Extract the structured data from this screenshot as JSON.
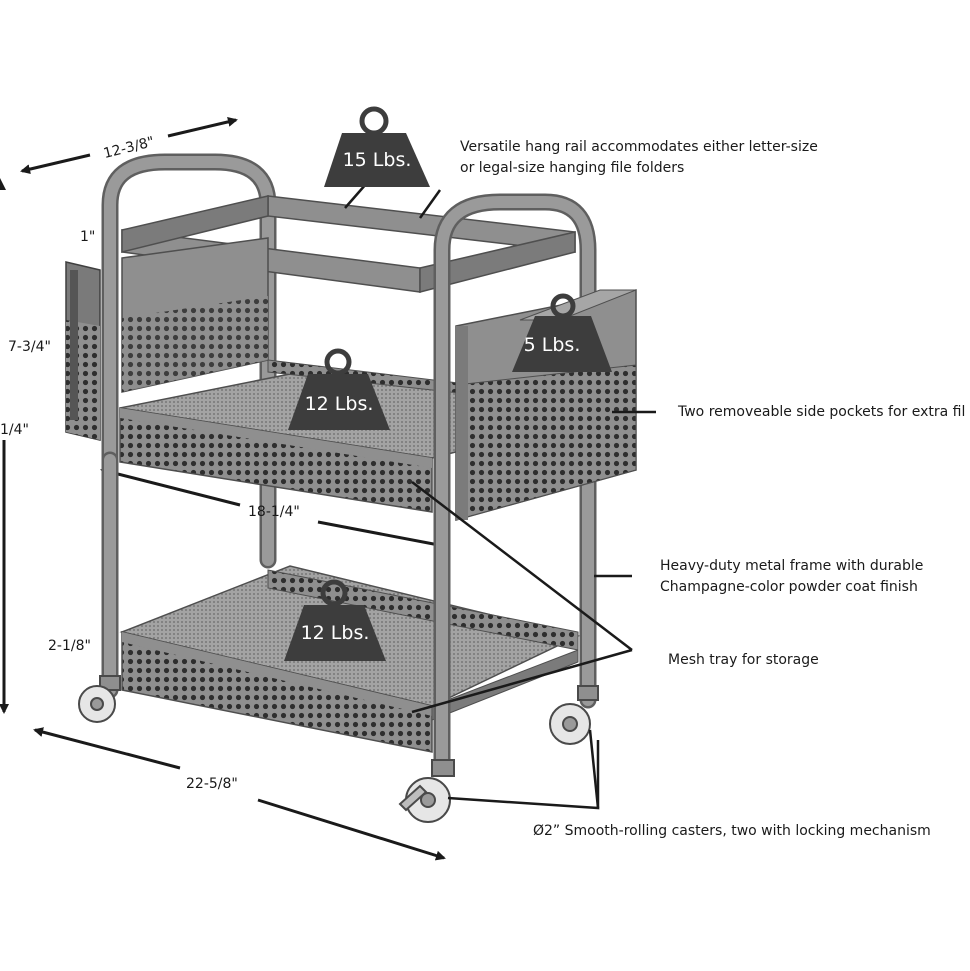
{
  "callouts": {
    "hang_rail": {
      "line1": "Versatile hang rail accommodates either letter-size",
      "line2": "or legal-size hanging file folders"
    },
    "side_pockets": "Two removeable side pockets for extra fil",
    "frame": {
      "line1": "Heavy-duty metal frame with durable",
      "line2": "Champagne-color powder coat finish"
    },
    "mesh_tray": "Mesh tray for storage",
    "casters": "Ø2” Smooth-rolling casters, two with locking mechanism"
  },
  "weights": {
    "top": "15 Lbs.",
    "pocket": "5 Lbs.",
    "middle": "12 Lbs.",
    "bottom": "12 Lbs."
  },
  "dimensions": {
    "depth": "12-3/8\"",
    "rail_height": "1\"",
    "pocket_height": "7-3/4\"",
    "overall_height_partial": "1/4\"",
    "inner_width": "18-1/4\"",
    "tray_height": "2-1/8\"",
    "overall_width": "22-5/8\""
  },
  "colors": {
    "metal": "#8f8f8f",
    "metal_dark": "#5f5f5f",
    "weight_icon": "#3d3d3d",
    "ink": "#1a1a1a"
  }
}
